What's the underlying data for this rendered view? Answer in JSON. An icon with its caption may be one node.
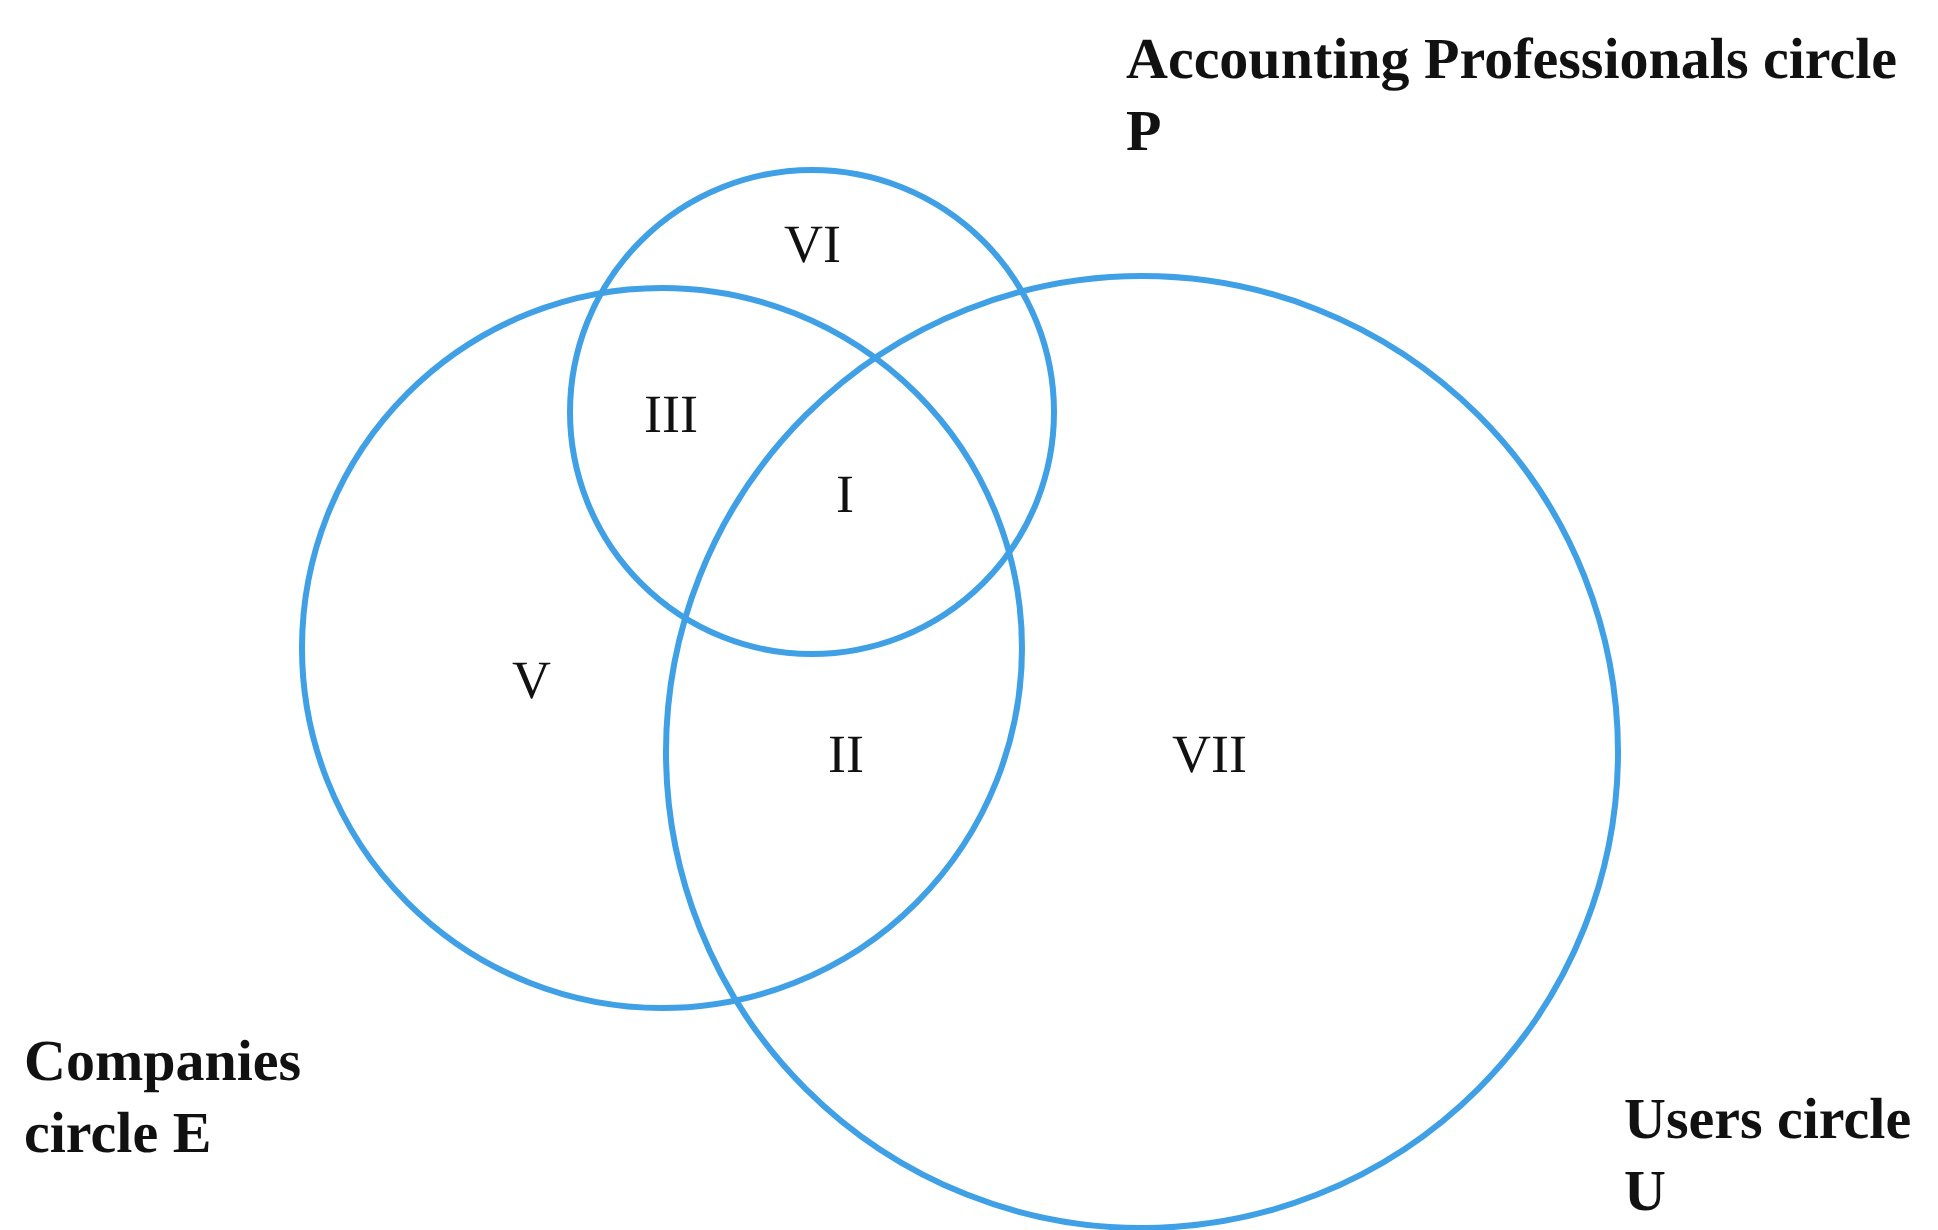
{
  "diagram": {
    "nodes": [
      {
        "text": [
          "Accounting Professionals circle P"
        ]
      },
      {
        "text": [
          "Companies circle E"
        ]
      },
      {
        "text": [
          "Users circle U"
        ]
      }
    ],
    "labels": [
      "VI",
      "III",
      "I",
      "V",
      "II",
      "VII"
    ]
  }
}
